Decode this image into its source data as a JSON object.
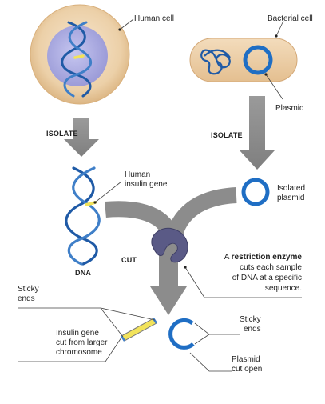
{
  "labels": {
    "human_cell": "Human cell",
    "bacterial_cell": "Bacterial cell",
    "plasmid": "Plasmid",
    "isolate_left": "ISOLATE",
    "isolate_right": "ISOLATE",
    "human_insulin_gene": [
      "Human",
      "insulin gene"
    ],
    "isolated_plasmid": [
      "Isolated",
      "plasmid"
    ],
    "dna": "DNA",
    "cut": "CUT",
    "restriction_note": {
      "prefix": "A ",
      "term": "restriction enzyme",
      "lines": [
        "cuts each sample",
        "of DNA at a specific",
        "sequence."
      ]
    },
    "sticky_ends_left": [
      "Sticky",
      "ends"
    ],
    "insulin_gene_cut": [
      "Insulin gene",
      "cut from larger",
      "chromosome"
    ],
    "sticky_ends_right": [
      "Sticky",
      "ends"
    ],
    "plasmid_cut_open": [
      "Plasmid",
      "cut open"
    ]
  },
  "colors": {
    "dna_blue": "#1f5aa6",
    "gene_yellow": "#f2e35b",
    "arrow_gray": "#8c8c8c",
    "enzyme_purple": "#5a5a86",
    "nucleus_lilac": "#a9a9e0",
    "cell_tan": "#ecd0a8"
  }
}
